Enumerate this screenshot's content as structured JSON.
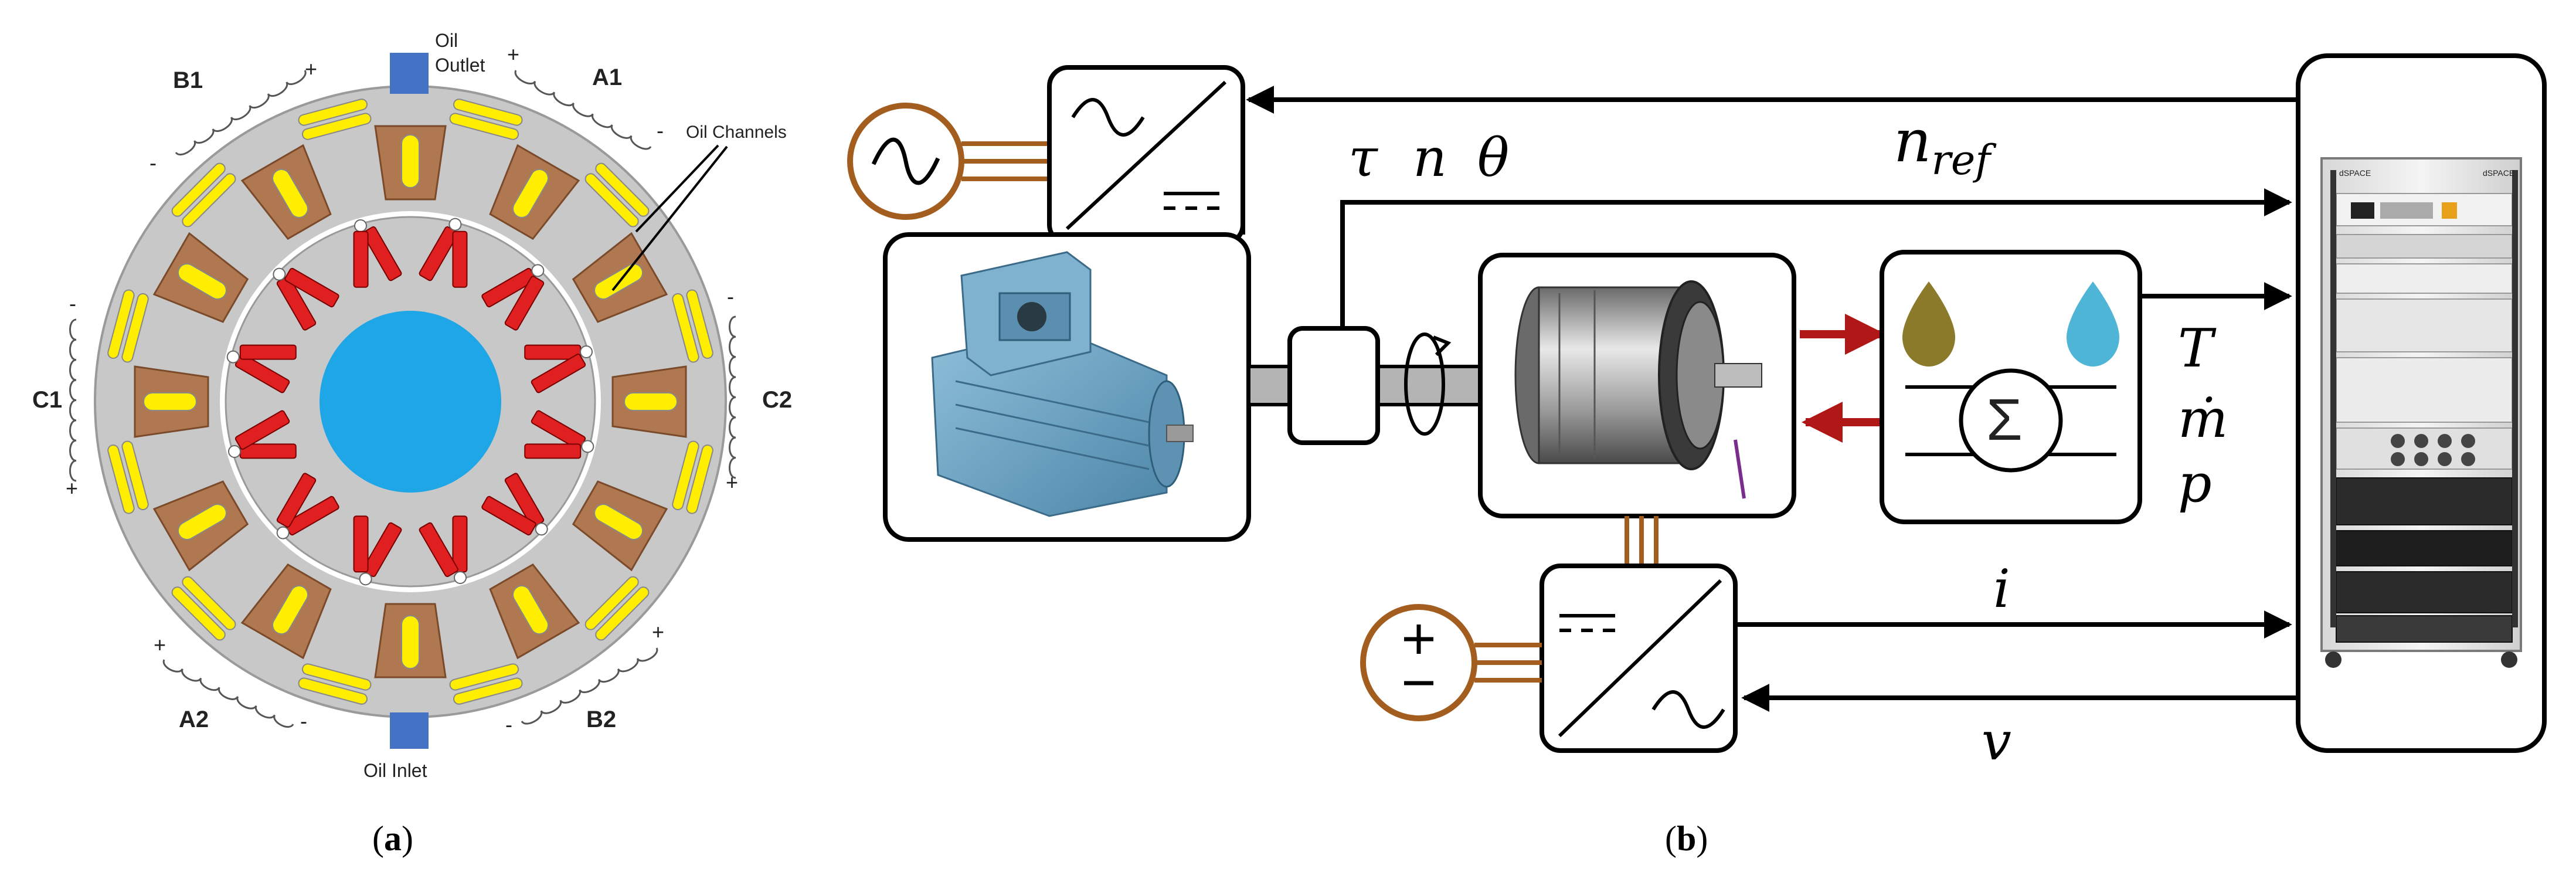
{
  "panel_a": {
    "caption_open": "(",
    "caption_letter": "a",
    "caption_close": ")",
    "oil_outlet_line1": "Oil",
    "oil_outlet_line2": "Outlet",
    "oil_inlet": "Oil Inlet",
    "oil_channels": "Oil Channels",
    "phases": {
      "b1": "B1",
      "a1": "A1",
      "c1": "C1",
      "c2": "C2",
      "a2": "A2",
      "b2": "B2"
    },
    "plus": "+",
    "minus": "-",
    "colors": {
      "stator": "#c8c8c8",
      "tooth": "#b07850",
      "slot": "#ffee00",
      "rotor": "#c8c8c8",
      "magnet": "#e02020",
      "shaft": "#1ea6e6",
      "port": "#4472c4"
    }
  },
  "panel_b": {
    "caption_open": "(",
    "caption_letter": "b",
    "caption_close": ")",
    "signals": {
      "n_ref_base": "n",
      "n_ref_sub": "ref",
      "tau": "τ",
      "n": "n",
      "theta": "θ",
      "T": "T",
      "m_dot": "ṁ",
      "p": "p",
      "i": "i",
      "v": "v"
    },
    "icons": {
      "ac_source": "ac-source-icon",
      "dc_source": "dc-source-icon",
      "inverter_top": "ac-dc-converter-icon",
      "inverter_bottom": "dc-ac-converter-icon",
      "dyno_motor": "dc-motor-photo-icon",
      "torque_sensor": "torque-sensor-icon",
      "test_motor": "test-motor-render-icon",
      "oil_cooler": "oil-cooler-icon",
      "rack": "dspace-rack-icon"
    },
    "rack_labels": {
      "left_logo": "dSPACE",
      "right_logo": "dSPACE"
    },
    "colors": {
      "copper": "#a35d1f",
      "red_arrow": "#b01818",
      "oil_drop": "#8a7a2a",
      "water_drop": "#4fb5d6",
      "motor_blue": "#6fa3c2"
    }
  }
}
